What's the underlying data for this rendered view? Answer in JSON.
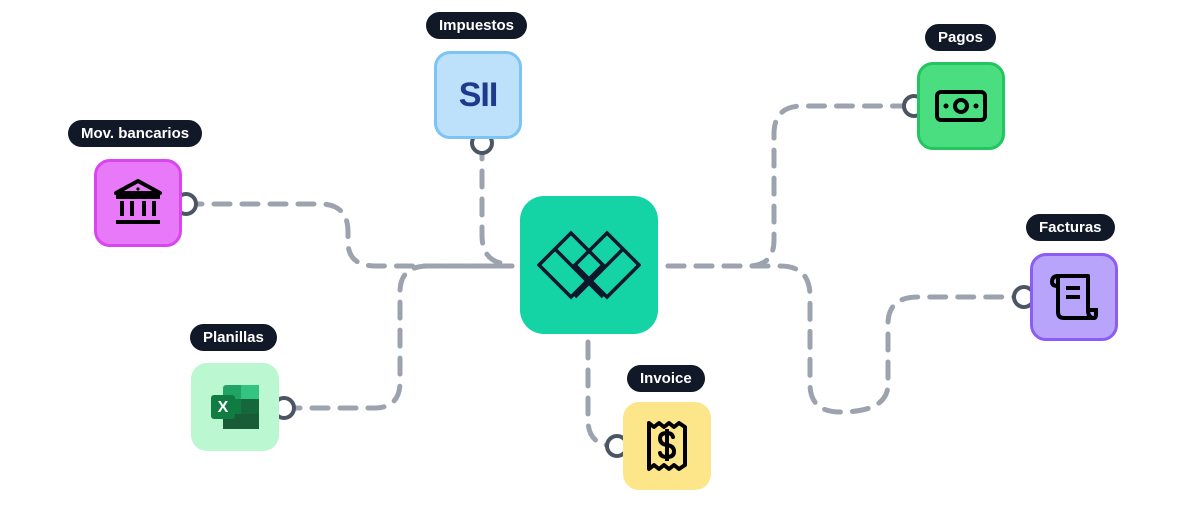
{
  "nodes": {
    "impuestos": {
      "label": "Impuestos",
      "tile_text": "SII",
      "icon": "sii-logo",
      "color": "#bde0fb",
      "border": "#7cc4f5"
    },
    "pagos": {
      "label": "Pagos",
      "icon": "cash-icon",
      "color": "#4ade80",
      "border": "#22c55e"
    },
    "mov_bancarios": {
      "label": "Mov. bancarios",
      "icon": "bank-icon",
      "color": "#e879f9",
      "border": "#d946ef"
    },
    "facturas": {
      "label": "Facturas",
      "icon": "scroll-icon",
      "color": "#b8a4fb",
      "border": "#8b5cf6"
    },
    "planillas": {
      "label": "Planillas",
      "icon": "excel-icon",
      "color": "#bbf7d0",
      "border": "#bbf7d0"
    },
    "invoice": {
      "label": "Invoice",
      "icon": "receipt-dollar-icon",
      "color": "#fde68a",
      "border": "#fde68a"
    }
  },
  "hub": {
    "icon": "diamond-logo-icon",
    "color": "#14d3a5"
  },
  "connector_color": "#9ca3af"
}
